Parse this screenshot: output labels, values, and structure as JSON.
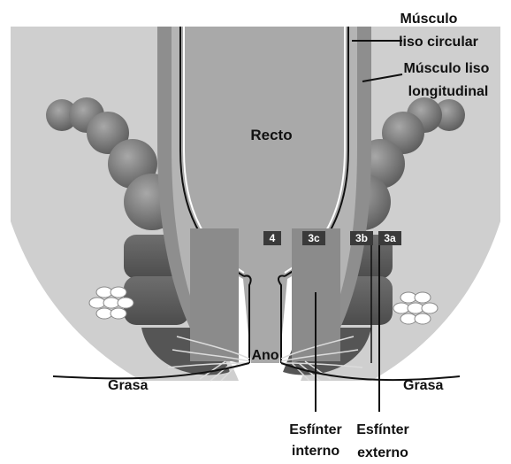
{
  "labels": {
    "musculo_circular_1": "Músculo",
    "musculo_circular_2": "liso circular",
    "musculo_longitudinal_1": "Músculo liso",
    "musculo_longitudinal_2": "longitudinal",
    "recto": "Recto",
    "ano": "Ano",
    "grasa_left": "Grasa",
    "grasa_right": "Grasa",
    "esfinter_interno_1": "Esfínter",
    "esfinter_interno_2": "interno",
    "esfinter_externo_1": "Esfínter",
    "esfinter_externo_2": "externo"
  },
  "tags": {
    "t4": "4",
    "t3c": "3c",
    "t3b": "3b",
    "t3a": "3a"
  },
  "colors": {
    "background_tissue": "#c9c9c9",
    "rectum_wall": "#8c8c8c",
    "rectum_lumen": "#a6a6a6",
    "muscle_dark": "#555555",
    "muscle_mid": "#777777",
    "tag_fill": "#3a3a3a"
  }
}
